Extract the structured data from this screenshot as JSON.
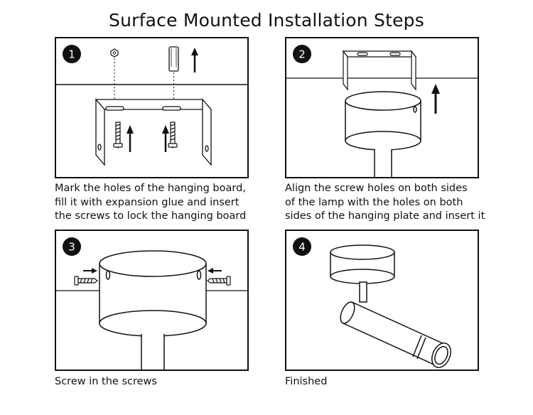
{
  "title": "Surface Mounted Installation Steps",
  "steps": [
    {
      "number": "1",
      "caption": "Mark the holes of the hanging board,\nfill it with expansion glue and insert\nthe screws to lock the hanging board"
    },
    {
      "number": "2",
      "caption": "Align the screw holes on both sides\nof the lamp with the holes on both\nsides of the hanging plate and insert it"
    },
    {
      "number": "3",
      "caption": "Screw in the screws"
    },
    {
      "number": "4",
      "caption": "Finished"
    }
  ]
}
